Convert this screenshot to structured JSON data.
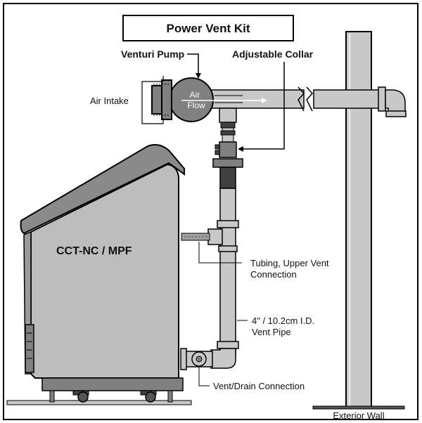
{
  "title": "Power Vent Kit",
  "labels": {
    "venturi_pump": "Venturi Pump",
    "adjustable_collar": "Adjustable Collar",
    "air_intake": "Air Intake",
    "air": "Air",
    "flow": "Flow",
    "unit_name": "CCT-NC / MPF",
    "tubing_line1": "Tubing, Upper Vent",
    "tubing_line2": "Connection",
    "vent_pipe_line1": "4\" / 10.2cm I.D.",
    "vent_pipe_line2": "Vent Pipe",
    "vent_drain": "Vent/Drain Connection",
    "exterior_wall": "Exterior Wall"
  },
  "colors": {
    "pipe_fill": "#c8c8c8",
    "cabinet_fill": "#bdbdbd",
    "roof_fill": "#8a8a8a",
    "pump_fill": "#808080",
    "dark_part": "#404040",
    "outline": "#000000"
  }
}
